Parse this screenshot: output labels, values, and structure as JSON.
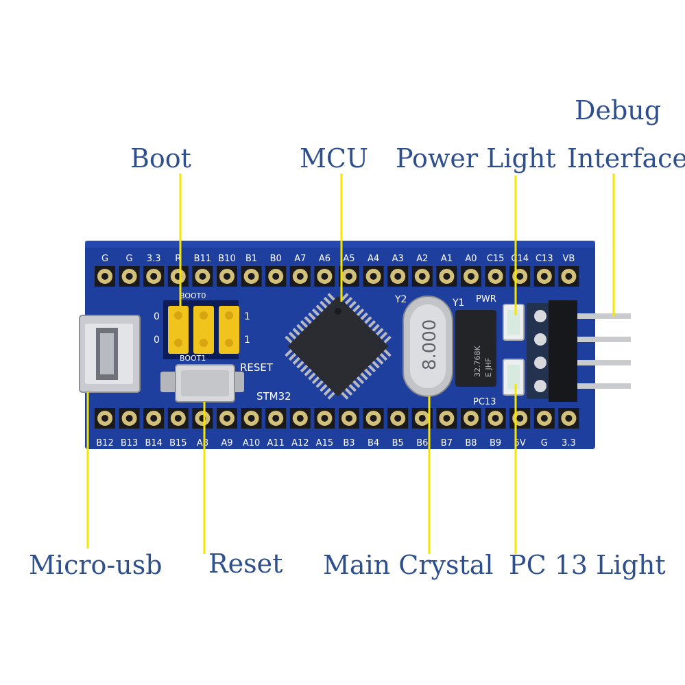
{
  "callouts": {
    "boot": "Boot",
    "mcu": "MCU",
    "power_light": "Power Light",
    "debug_line1": "Debug",
    "debug_line2": "Interface",
    "micro_usb": "Micro-usb",
    "reset": "Reset",
    "main_crystal": "Main Crystal",
    "pc13_light": "PC 13 Light"
  },
  "board": {
    "top_pins": [
      "G",
      "G",
      "3.3",
      "R",
      "B11",
      "B10",
      "B1",
      "B0",
      "A7",
      "A6",
      "A5",
      "A4",
      "A3",
      "A2",
      "A1",
      "A0",
      "C15",
      "C14",
      "C13",
      "VB"
    ],
    "bottom_pins": [
      "B12",
      "B13",
      "B14",
      "B15",
      "A8",
      "A9",
      "A10",
      "A11",
      "A12",
      "A15",
      "B3",
      "B4",
      "B5",
      "B6",
      "B7",
      "B8",
      "B9",
      "5V",
      "G",
      "3.3"
    ],
    "boot0": "BOOT0",
    "boot1": "BOOT1",
    "reset_label": "RESET",
    "stm32": "STM32",
    "y2": "Y2",
    "y1": "Y1",
    "pwr": "PWR",
    "pc13": "PC13",
    "crystal_text": "8.000",
    "rtc_text1": "32.768K",
    "rtc_text2": "E JHF",
    "jumper_0": "0",
    "jumper_1": "1"
  },
  "colors": {
    "board": "#1f3f9e",
    "callout_text": "#2e4f8d",
    "leader_line": "#f5e500",
    "jumper": "#f1c31d"
  }
}
